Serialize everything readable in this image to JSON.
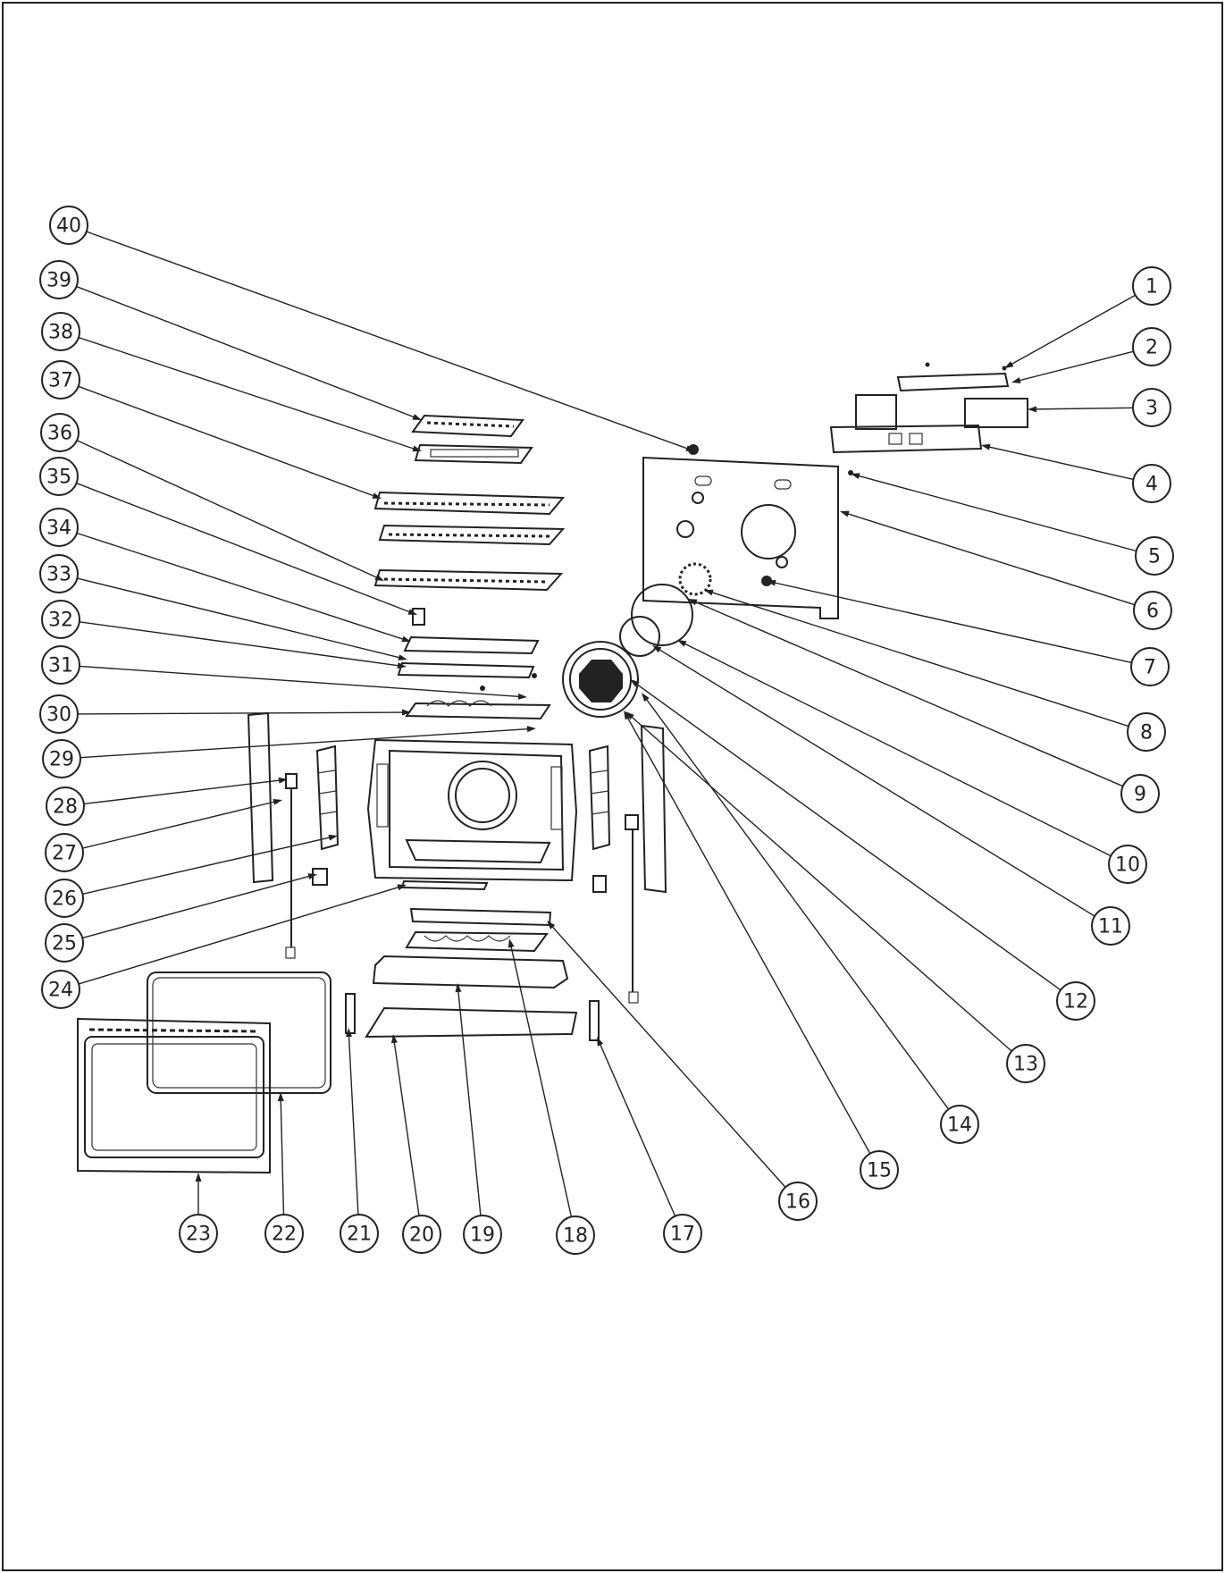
{
  "diagram": {
    "frame_color": "#222222",
    "callouts": [
      {
        "label": "1"
      },
      {
        "label": "2"
      },
      {
        "label": "3"
      },
      {
        "label": "4"
      },
      {
        "label": "5"
      },
      {
        "label": "6"
      },
      {
        "label": "7"
      },
      {
        "label": "8"
      },
      {
        "label": "9"
      },
      {
        "label": "10"
      },
      {
        "label": "11"
      },
      {
        "label": "12"
      },
      {
        "label": "13"
      },
      {
        "label": "14"
      },
      {
        "label": "15"
      },
      {
        "label": "16"
      },
      {
        "label": "17"
      },
      {
        "label": "18"
      },
      {
        "label": "19"
      },
      {
        "label": "20"
      },
      {
        "label": "21"
      },
      {
        "label": "22"
      },
      {
        "label": "23"
      },
      {
        "label": "24"
      },
      {
        "label": "25"
      },
      {
        "label": "26"
      },
      {
        "label": "27"
      },
      {
        "label": "28"
      },
      {
        "label": "29"
      },
      {
        "label": "30"
      },
      {
        "label": "31"
      },
      {
        "label": "32"
      },
      {
        "label": "33"
      },
      {
        "label": "34"
      },
      {
        "label": "35"
      },
      {
        "label": "36"
      },
      {
        "label": "37"
      },
      {
        "label": "38"
      },
      {
        "label": "39"
      },
      {
        "label": "40"
      }
    ]
  }
}
